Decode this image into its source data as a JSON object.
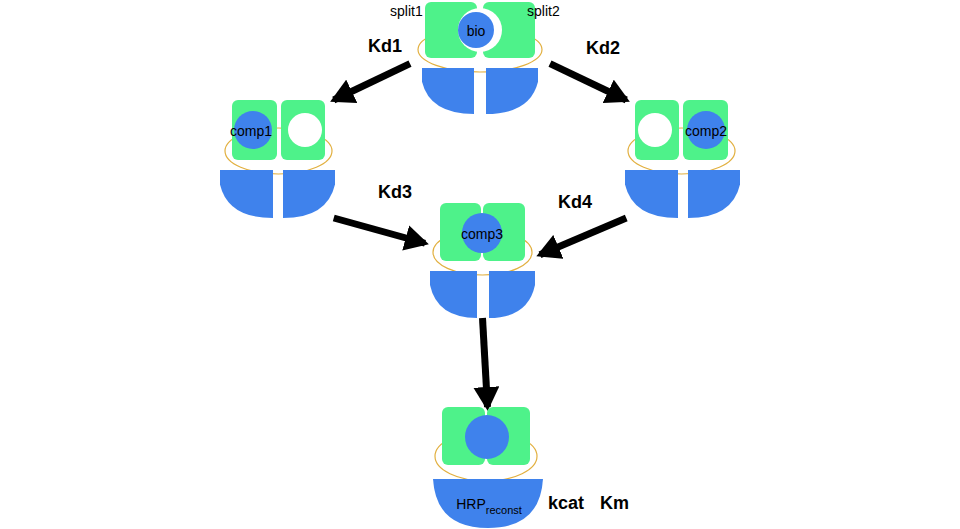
{
  "diagram": {
    "nodes": [
      {
        "text": [
          "bio"
        ]
      },
      {
        "text": [
          "comp1"
        ]
      },
      {
        "text": [
          "comp2"
        ]
      },
      {
        "text": [
          "comp3"
        ]
      },
      {
        "text": [
          "HRP",
          "reconst"
        ]
      }
    ],
    "edges": [
      {
        "from": 0,
        "to": 1,
        "arrow": "to",
        "label": "Kd1"
      },
      {
        "from": 0,
        "to": 2,
        "arrow": "to",
        "label": "Kd2"
      },
      {
        "from": 1,
        "to": 3,
        "arrow": "to",
        "label": "Kd3"
      },
      {
        "from": 2,
        "to": 3,
        "arrow": "to",
        "label": "Kd4"
      },
      {
        "from": 3,
        "to": 4,
        "arrow": "to"
      }
    ],
    "labels": [
      "split1",
      "split2",
      "kcat",
      "Km"
    ]
  }
}
